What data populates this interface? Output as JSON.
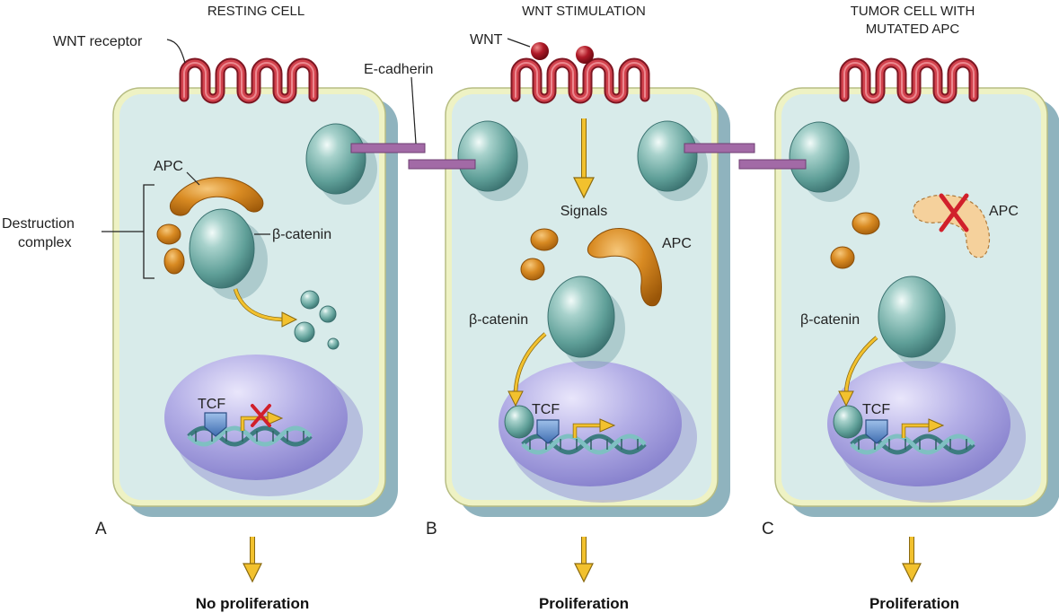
{
  "panels": {
    "a": {
      "title_line1": "RESTING CELL",
      "letter": "A",
      "outcome": "No proliferation",
      "labels": {
        "wnt_receptor": "WNT receptor",
        "apc": "APC",
        "destruction_complex_line1": "Destruction",
        "destruction_complex_line2": "complex",
        "beta_catenin": "β-catenin",
        "tcf": "TCF"
      }
    },
    "b": {
      "title_line1": "WNT STIMULATION",
      "letter": "B",
      "outcome": "Proliferation",
      "labels": {
        "wnt": "WNT",
        "signals": "Signals",
        "apc": "APC",
        "beta_catenin": "β-catenin",
        "tcf": "TCF"
      }
    },
    "c": {
      "title_line1": "TUMOR CELL WITH",
      "title_line2": "MUTATED APC",
      "letter": "C",
      "outcome": "Proliferation",
      "labels": {
        "apc": "APC",
        "beta_catenin": "β-catenin",
        "tcf": "TCF"
      }
    }
  },
  "shared_labels": {
    "e_cadherin": "E-cadherin"
  },
  "colors": {
    "cytoplasm": "#d8ebea",
    "membrane": "#eef2c4",
    "cell_shadow": "#8fb3be",
    "receptor": "#c0323f",
    "wnt_ligand": "#9a1020",
    "beta_catenin": "#5f9f98",
    "apc": "#c97914",
    "nucleus": "#a8a3e0",
    "tcf": "#5b86c4",
    "arrow": "#f2c12e",
    "block_x": "#d1202b",
    "e_cadherin": "#a26aa6"
  }
}
